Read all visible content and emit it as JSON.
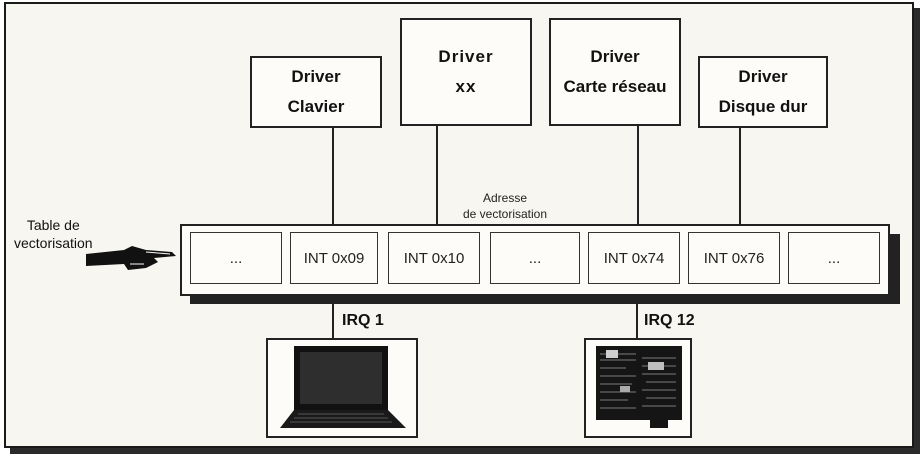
{
  "drivers": [
    {
      "line1": "Driver",
      "line2": "Clavier"
    },
    {
      "line1": "Driver",
      "line2": "xx"
    },
    {
      "line1": "Driver",
      "line2": "Carte réseau"
    },
    {
      "line1": "Driver",
      "line2": "Disque dur"
    }
  ],
  "vector_address_label": {
    "line1": "Adresse",
    "line2": "de vectorisation"
  },
  "table_label": {
    "line1": "Table de",
    "line2": "vectorisation"
  },
  "table_cells": [
    "...",
    "INT 0x09",
    "INT 0x10",
    "...",
    "INT 0x74",
    "INT 0x76",
    "..."
  ],
  "irq": [
    {
      "label": "IRQ 1",
      "device_icon": "laptop-icon"
    },
    {
      "label": "IRQ 12",
      "device_icon": "network-card-icon"
    }
  ],
  "colors": {
    "background": "#f8f6f1",
    "line": "#222222"
  }
}
